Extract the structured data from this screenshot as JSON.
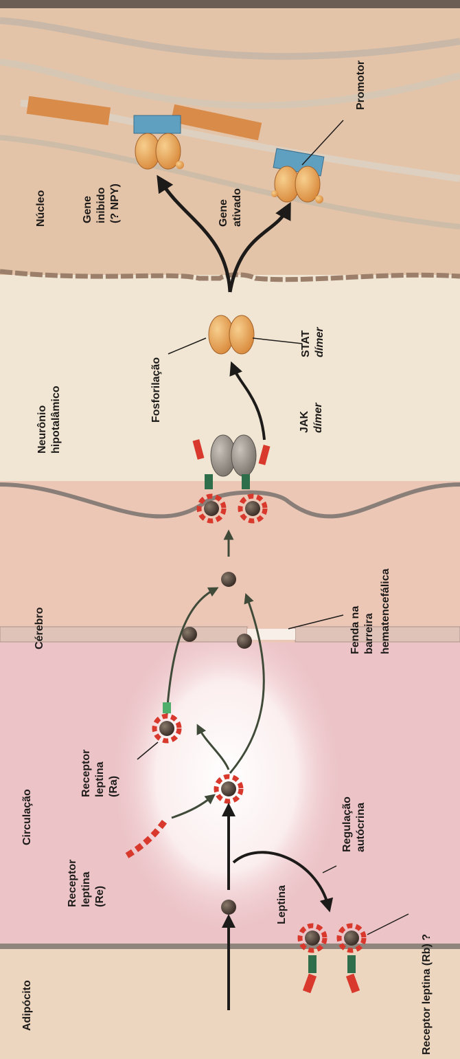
{
  "regions": {
    "adipocyte": "Adipócito",
    "circulation": "Circulação",
    "brain": "Cérebro",
    "neuron_l1": "Neurônio",
    "neuron_l2": "hipotalâmico",
    "nucleus": "Núcleo"
  },
  "labels": {
    "leptin": "Leptina",
    "rec_re_l1": "Receptor",
    "rec_re_l2": "leptina",
    "rec_re_l3": "(Re)",
    "rec_ra_l1": "Receptor",
    "rec_ra_l2": "leptina",
    "rec_ra_l3": "(Ra)",
    "autocrine_l1": "Regulação",
    "autocrine_l2": "autócrina",
    "rec_rb": "Receptor leptina (Rb) ?",
    "gap_l1": "Fenda na",
    "gap_l2": "barreira",
    "gap_l3": "hematencefálica",
    "jak_l1": "JAK",
    "jak_l2": "dímer",
    "phos": "Fosforilação",
    "stat_l1": "STAT",
    "stat_l2": "dímer",
    "gene_inh_l1": "Gene",
    "gene_inh_l2": "inibido",
    "gene_inh_l3": "(? NPY)",
    "gene_act_l1": "Gene",
    "gene_act_l2": "ativado",
    "promoter": "Promotor"
  },
  "colors": {
    "adipocyte_bg": "#ecd6c0",
    "circulation_bg": "#ecc4c8",
    "brain_bg": "#ecc7b6",
    "neuron_bg": "#f1e5d3",
    "nucleus_bg": "#e4c4a8",
    "leptin": "#4a3b33",
    "receptor_red": "#d8392c",
    "receptor_green": "#2f6e4a",
    "jak": "#9a938c",
    "stat": "#e8a254",
    "promoter": "#5f9fc0"
  }
}
